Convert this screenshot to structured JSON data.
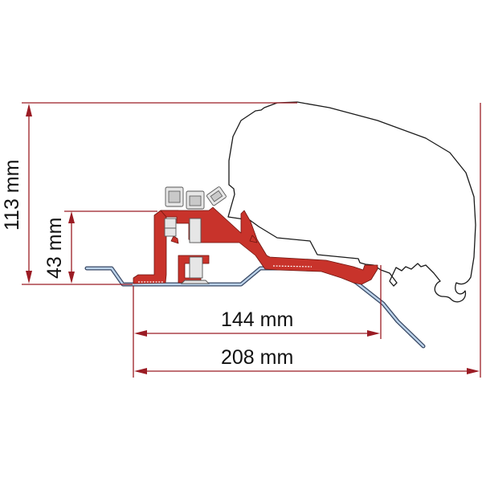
{
  "diagram": {
    "subject": "Awning mounting adapter cross-section on vehicle roof",
    "colors": {
      "dimension_lines": "#9b1c24",
      "bracket": "#c8332b",
      "roof_panel": "#3a4a66",
      "roof_panel_highlight": "#bcd3ea",
      "awning_outline": "#1a1a1a",
      "bolts": "#e6e6e6",
      "background": "#ffffff"
    },
    "dimensions": {
      "total_height": {
        "label": "113 mm",
        "value": 113,
        "unit": "mm",
        "orientation": "vertical"
      },
      "bracket_height": {
        "label": "43 mm",
        "value": 43,
        "unit": "mm",
        "orientation": "vertical"
      },
      "bracket_width": {
        "label": "144 mm",
        "value": 144,
        "unit": "mm",
        "orientation": "horizontal"
      },
      "total_width": {
        "label": "208 mm",
        "value": 208,
        "unit": "mm",
        "orientation": "horizontal"
      }
    },
    "components": [
      {
        "name": "awning-casing",
        "depiction": "white outline profile"
      },
      {
        "name": "adapter-bracket",
        "depiction": "red extruded profile"
      },
      {
        "name": "mounting-bolts",
        "depiction": "grey hex nuts and bolts"
      },
      {
        "name": "vehicle-roof",
        "depiction": "blue sheet-metal profile"
      }
    ]
  }
}
